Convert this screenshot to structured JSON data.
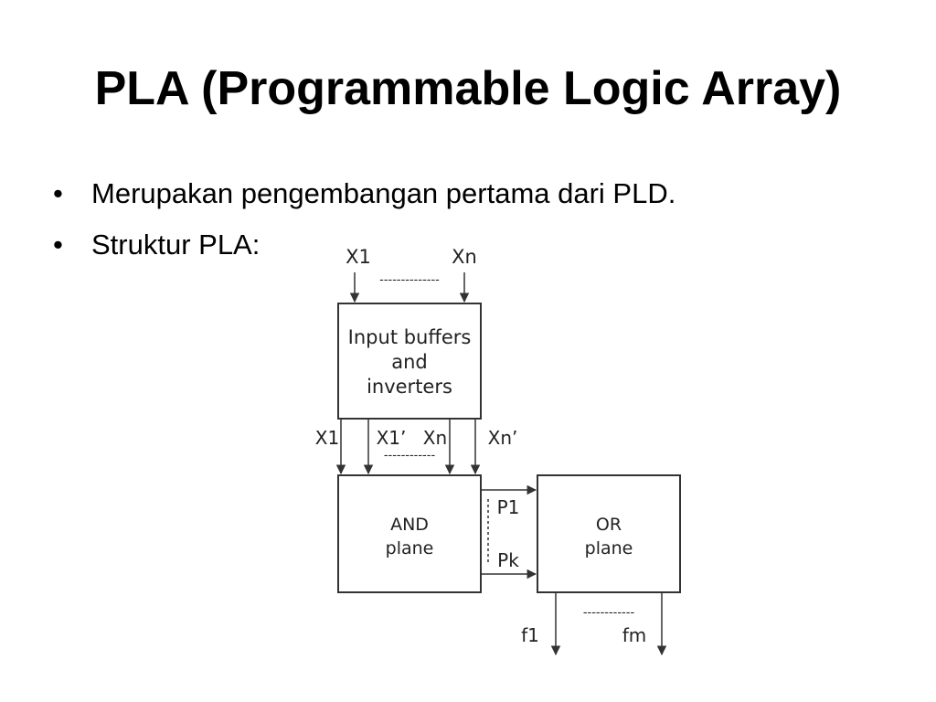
{
  "slide": {
    "title": "PLA (Programmable Logic Array)",
    "bullets": [
      "Merupakan pengembangan pertama dari PLD.",
      "Struktur PLA:"
    ],
    "bullet_symbol": "•"
  },
  "diagram": {
    "inputs": {
      "x1": "X1",
      "xn": "Xn",
      "dots": "--------------"
    },
    "buffer_block": {
      "line1": "Input buffers",
      "line2": "and",
      "line3": "inverters"
    },
    "buffer_outputs": {
      "x1": "X1",
      "x1_inv": "X1’",
      "xn": "Xn",
      "xn_inv": "Xn’",
      "dots": "------------"
    },
    "and_block": {
      "line1": "AND",
      "line2": "plane"
    },
    "products": {
      "p1": "P1",
      "pk": "Pk"
    },
    "or_block": {
      "line1": "OR",
      "line2": "plane"
    },
    "outputs": {
      "f1": "f1",
      "fm": "fm",
      "dots": "------------"
    }
  }
}
